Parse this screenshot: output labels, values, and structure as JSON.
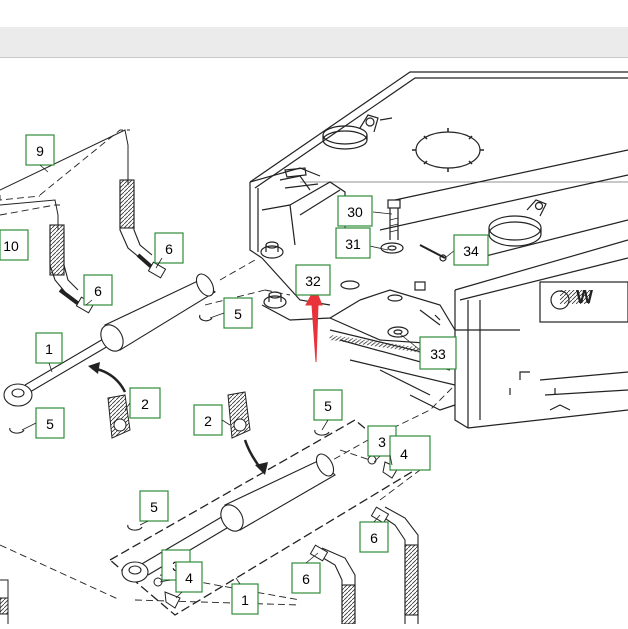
{
  "diagram": {
    "callouts": [
      {
        "id": "c9",
        "label": "9"
      },
      {
        "id": "c10",
        "label": "10"
      },
      {
        "id": "c6a",
        "label": "6"
      },
      {
        "id": "c6b",
        "label": "6"
      },
      {
        "id": "c5a",
        "label": "5"
      },
      {
        "id": "c1a",
        "label": "1"
      },
      {
        "id": "c2a",
        "label": "2"
      },
      {
        "id": "c5b",
        "label": "5"
      },
      {
        "id": "c30",
        "label": "30"
      },
      {
        "id": "c31",
        "label": "31"
      },
      {
        "id": "c32",
        "label": "32"
      },
      {
        "id": "c34",
        "label": "34"
      },
      {
        "id": "c33",
        "label": "33"
      },
      {
        "id": "c2b",
        "label": "2"
      },
      {
        "id": "c5c",
        "label": "5"
      },
      {
        "id": "c3a",
        "label": "3"
      },
      {
        "id": "c4a",
        "label": "4"
      },
      {
        "id": "c5d",
        "label": "5"
      },
      {
        "id": "c6c",
        "label": "6"
      },
      {
        "id": "c3b",
        "label": "3"
      },
      {
        "id": "c4b",
        "label": "4"
      },
      {
        "id": "c6d",
        "label": "6"
      },
      {
        "id": "c1b",
        "label": "1"
      }
    ],
    "logo_text": "W",
    "highlight_color": "#e8333b",
    "callout_border_color": "#2e8b3a"
  }
}
